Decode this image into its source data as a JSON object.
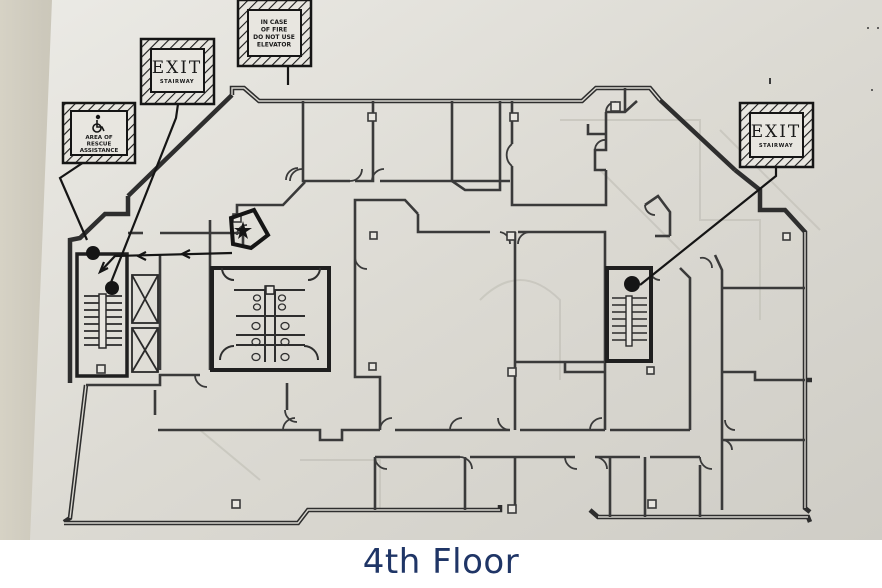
{
  "caption": "4th Floor",
  "colors": {
    "caption": "#1f3566",
    "paper": "#dedcd5",
    "table": "#c9c6bc",
    "ink": "#1a1a1a",
    "wall": "#3a3a3a"
  },
  "signs": {
    "rescue": {
      "icon": "wheelchair-icon",
      "lines": [
        "AREA OF",
        "RESCUE",
        "ASSISTANCE"
      ]
    },
    "exit_left": {
      "title": "EXIT",
      "subtitle": "STAIRWAY"
    },
    "fire": {
      "lines": [
        "IN CASE",
        "OF FIRE",
        "DO NOT USE",
        "ELEVATOR"
      ]
    },
    "exit_right": {
      "title": "EXIT",
      "subtitle": "STAIRWAY"
    }
  },
  "legend_markers": {
    "you_are_here": "star-icon",
    "stair_points": [
      "left-stair-landing",
      "left-stair-upper",
      "right-stair-landing"
    ]
  }
}
